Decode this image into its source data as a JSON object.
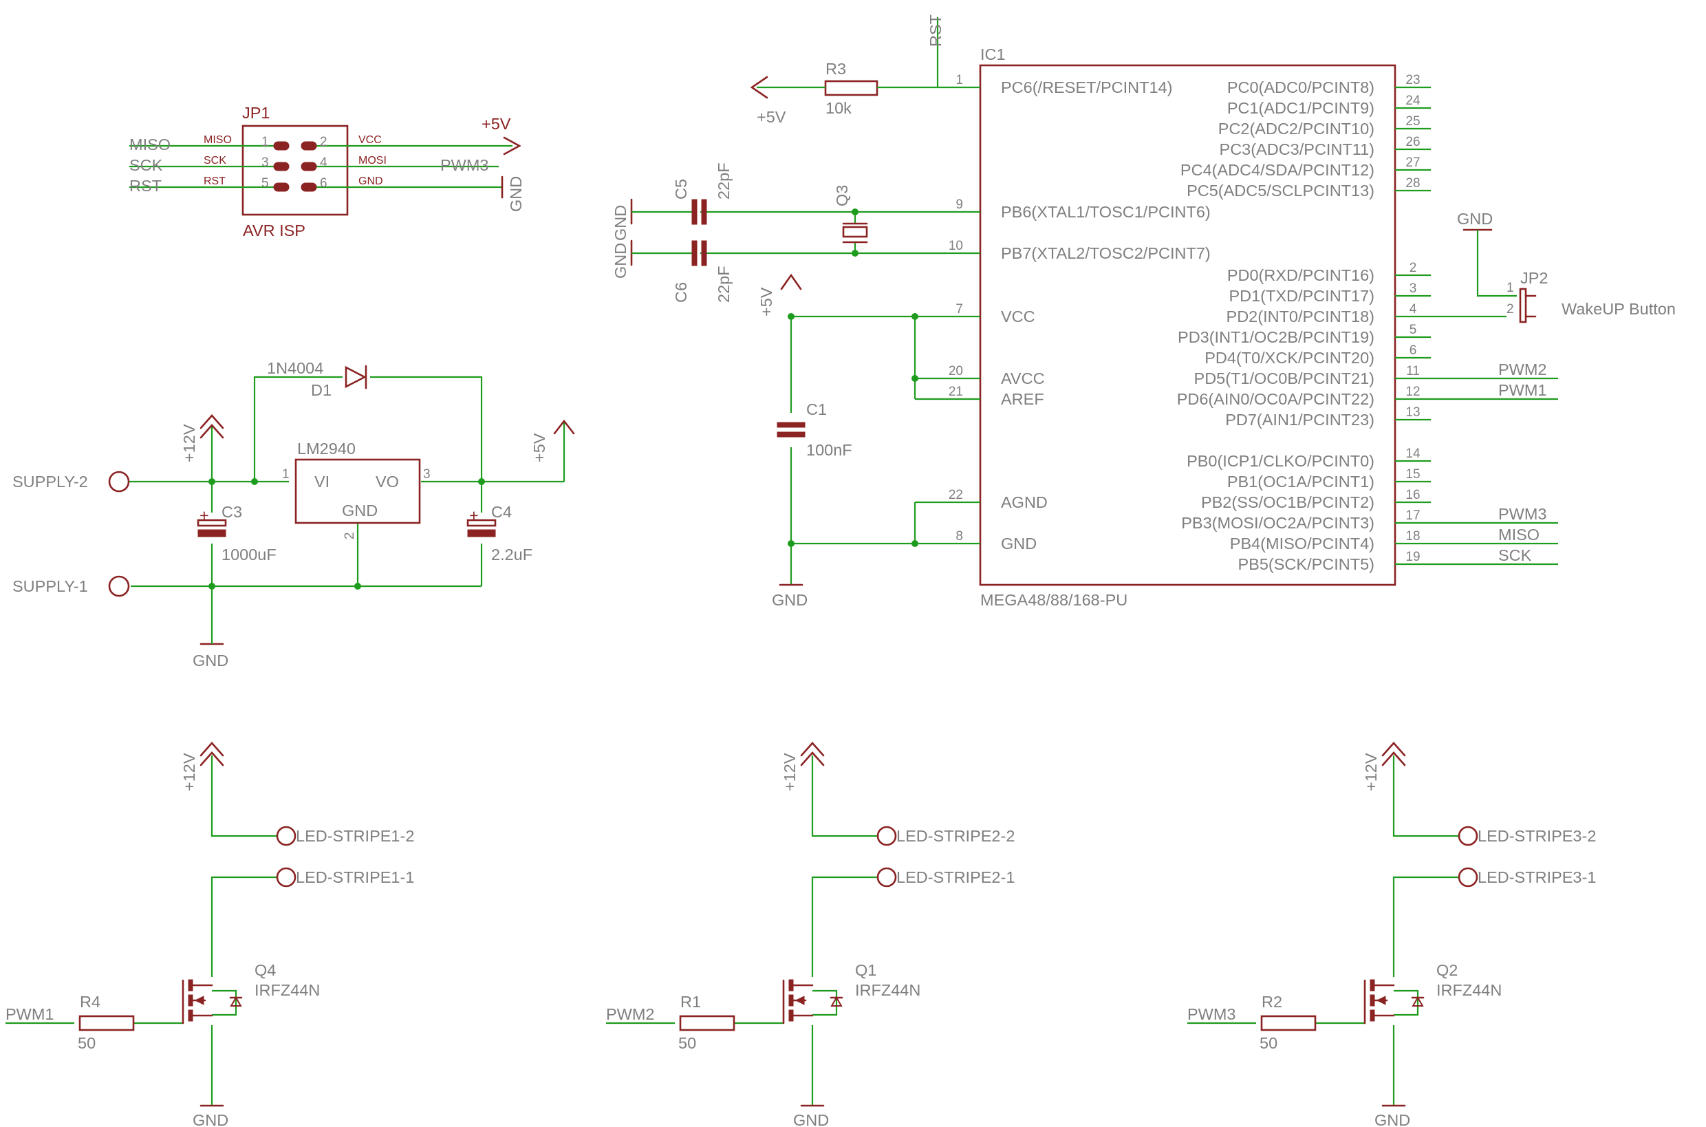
{
  "isp": {
    "ref": "JP1",
    "value": "AVR ISP",
    "nets": [
      "MISO",
      "SCK",
      "RST"
    ],
    "left_pins": [
      "MISO",
      "SCK",
      "RST"
    ],
    "left_nums": [
      "1",
      "3",
      "5"
    ],
    "right_nums": [
      "2",
      "4",
      "6"
    ],
    "right_pins": [
      "VCC",
      "MOSI",
      "GND"
    ],
    "vcc_label": "+5V",
    "mosi_net": "PWM3",
    "gnd_label": "GND"
  },
  "power": {
    "diode_ref": "D1",
    "diode_value": "1N4004",
    "reg_value": "LM2940",
    "reg_pins": [
      "VI",
      "VO",
      "GND"
    ],
    "reg_pin_nums": [
      "1",
      "3",
      "2"
    ],
    "supply_2": "SUPPLY-2",
    "supply_1": "SUPPLY-1",
    "v12": "+12V",
    "v5": "+5V",
    "c3_ref": "C3",
    "c3_value": "1000uF",
    "c4_ref": "C4",
    "c4_value": "2.2uF",
    "gnd": "GND",
    "plus": "+"
  },
  "mcu": {
    "ref": "IC1",
    "value": "MEGA48/88/168-PU",
    "rst_net": "RST",
    "r3_ref": "R3",
    "r3_value": "10k",
    "r3_supply": "+5V",
    "c5_ref": "C5",
    "c5_value": "22pF",
    "c6_ref": "C6",
    "c6_value": "22pF",
    "gnd_c5": "GND",
    "gnd_c6": "GND",
    "crystal_ref": "Q3",
    "c1_ref": "C1",
    "c1_value": "100nF",
    "vcc_supply": "+5V",
    "c1_gnd": "GND",
    "left_pins": [
      {
        "num": "1",
        "name": "PC6(/RESET/PCINT14)"
      },
      {
        "num": "9",
        "name": "PB6(XTAL1/TOSC1/PCINT6)"
      },
      {
        "num": "10",
        "name": "PB7(XTAL2/TOSC2/PCINT7)"
      },
      {
        "num": "7",
        "name": "VCC"
      },
      {
        "num": "20",
        "name": "AVCC"
      },
      {
        "num": "21",
        "name": "AREF"
      },
      {
        "num": "22",
        "name": "AGND"
      },
      {
        "num": "8",
        "name": "GND"
      }
    ],
    "right_pins": [
      {
        "num": "23",
        "name": "PC0(ADC0/PCINT8)"
      },
      {
        "num": "24",
        "name": "PC1(ADC1/PCINT9)"
      },
      {
        "num": "25",
        "name": "PC2(ADC2/PCINT10)"
      },
      {
        "num": "26",
        "name": "PC3(ADC3/PCINT11)"
      },
      {
        "num": "27",
        "name": "PC4(ADC4/SDA/PCINT12)"
      },
      {
        "num": "28",
        "name": "PC5(ADC5/SCLPCINT13)"
      },
      {
        "num": "2",
        "name": "PD0(RXD/PCINT16)"
      },
      {
        "num": "3",
        "name": "PD1(TXD/PCINT17)"
      },
      {
        "num": "4",
        "name": "PD2(INT0/PCINT18)"
      },
      {
        "num": "5",
        "name": "PD3(INT1/OC2B/PCINT19)"
      },
      {
        "num": "6",
        "name": "PD4(T0/XCK/PCINT20)"
      },
      {
        "num": "11",
        "name": "PD5(T1/OC0B/PCINT21)"
      },
      {
        "num": "12",
        "name": "PD6(AIN0/OC0A/PCINT22)"
      },
      {
        "num": "13",
        "name": "PD7(AIN1/PCINT23)"
      },
      {
        "num": "14",
        "name": "PB0(ICP1/CLKO/PCINT0)"
      },
      {
        "num": "15",
        "name": "PB1(OC1A/PCINT1)"
      },
      {
        "num": "16",
        "name": "PB2(SS/OC1B/PCINT2)"
      },
      {
        "num": "17",
        "name": "PB3(MOSI/OC2A/PCINT3)"
      },
      {
        "num": "18",
        "name": "PB4(MISO/PCINT4)"
      },
      {
        "num": "19",
        "name": "PB5(SCK/PCINT5)"
      }
    ],
    "net_labels": [
      "PWM2",
      "PWM1",
      "PWM3",
      "MISO",
      "SCK"
    ],
    "jp2_gnd": "GND",
    "jp2_ref": "JP2",
    "jp2_value": "WakeUP Button",
    "jp2_pins": [
      "1",
      "2"
    ]
  },
  "drivers": [
    {
      "supply": "+12V",
      "pad2": "LED-STRIPE1-2",
      "pad1": "LED-STRIPE1-1",
      "q_ref": "Q4",
      "q_value": "IRFZ44N",
      "net": "PWM1",
      "r_ref": "R4",
      "r_value": "50",
      "gnd": "GND"
    },
    {
      "supply": "+12V",
      "pad2": "LED-STRIPE2-2",
      "pad1": "LED-STRIPE2-1",
      "q_ref": "Q1",
      "q_value": "IRFZ44N",
      "net": "PWM2",
      "r_ref": "R1",
      "r_value": "50",
      "gnd": "GND"
    },
    {
      "supply": "+12V",
      "pad2": "LED-STRIPE3-2",
      "pad1": "LED-STRIPE3-1",
      "q_ref": "Q2",
      "q_value": "IRFZ44N",
      "net": "PWM3",
      "r_ref": "R2",
      "r_value": "50",
      "gnd": "GND"
    }
  ]
}
